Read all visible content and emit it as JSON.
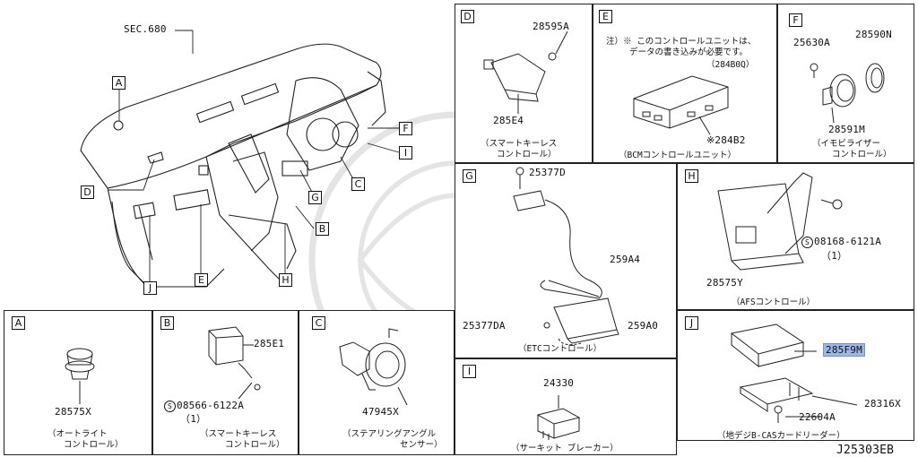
{
  "diagram_code": "J25303EB",
  "main": {
    "sec_label": "SEC.680",
    "callouts": [
      "A",
      "D",
      "J",
      "E",
      "H",
      "B",
      "G",
      "C",
      "I",
      "F"
    ]
  },
  "panels": {
    "A": {
      "letter": "A",
      "part": "28575X",
      "caption1": "（オートライト",
      "caption2": "コントロール）"
    },
    "B": {
      "letter": "B",
      "part": "285E1",
      "screw_part": "08566-6122A",
      "screw_qty": "（1）",
      "screw_symbol": "S",
      "caption1": "（スマートキーレス",
      "caption2": "コントロール）"
    },
    "C": {
      "letter": "C",
      "part": "47945X",
      "caption1": "（ステアリングアングル",
      "caption2": "センサー）"
    },
    "D": {
      "letter": "D",
      "part_top": "28595A",
      "part_main": "285E4",
      "caption1": "（スマートキーレス",
      "caption2": "コントロール）"
    },
    "E": {
      "letter": "E",
      "note1": "注）※ このコントロールユニットは、",
      "note2": "データの書き込みが必要です。",
      "note3": "（284B0Q）",
      "part": "※284B2",
      "caption": "（BCMコントロールユニット）"
    },
    "F": {
      "letter": "F",
      "part1": "25630A",
      "part2": "28590N",
      "part3": "28591M",
      "caption1": "（イモビライザー",
      "caption2": "コントロール）"
    },
    "G": {
      "letter": "G",
      "part1": "25377D",
      "part2": "259A4",
      "part3": "25377DA",
      "part4": "259A0",
      "caption": "（ETCコントロール）"
    },
    "H": {
      "letter": "H",
      "part1": "08168-6121A",
      "part1_qty": "（1）",
      "screw_symbol": "S",
      "part2": "28575Y",
      "caption": "（AFSコントロール）"
    },
    "I": {
      "letter": "I",
      "part": "24330",
      "caption": "（サーキット ブレーカー）"
    },
    "J": {
      "letter": "J",
      "part1": "285F9M",
      "part2": "28316X",
      "part3": "22604A",
      "caption": "（地デジB-CASカードリーダー）"
    }
  },
  "colors": {
    "line": "#222222",
    "highlight": "#9fb6e8"
  }
}
